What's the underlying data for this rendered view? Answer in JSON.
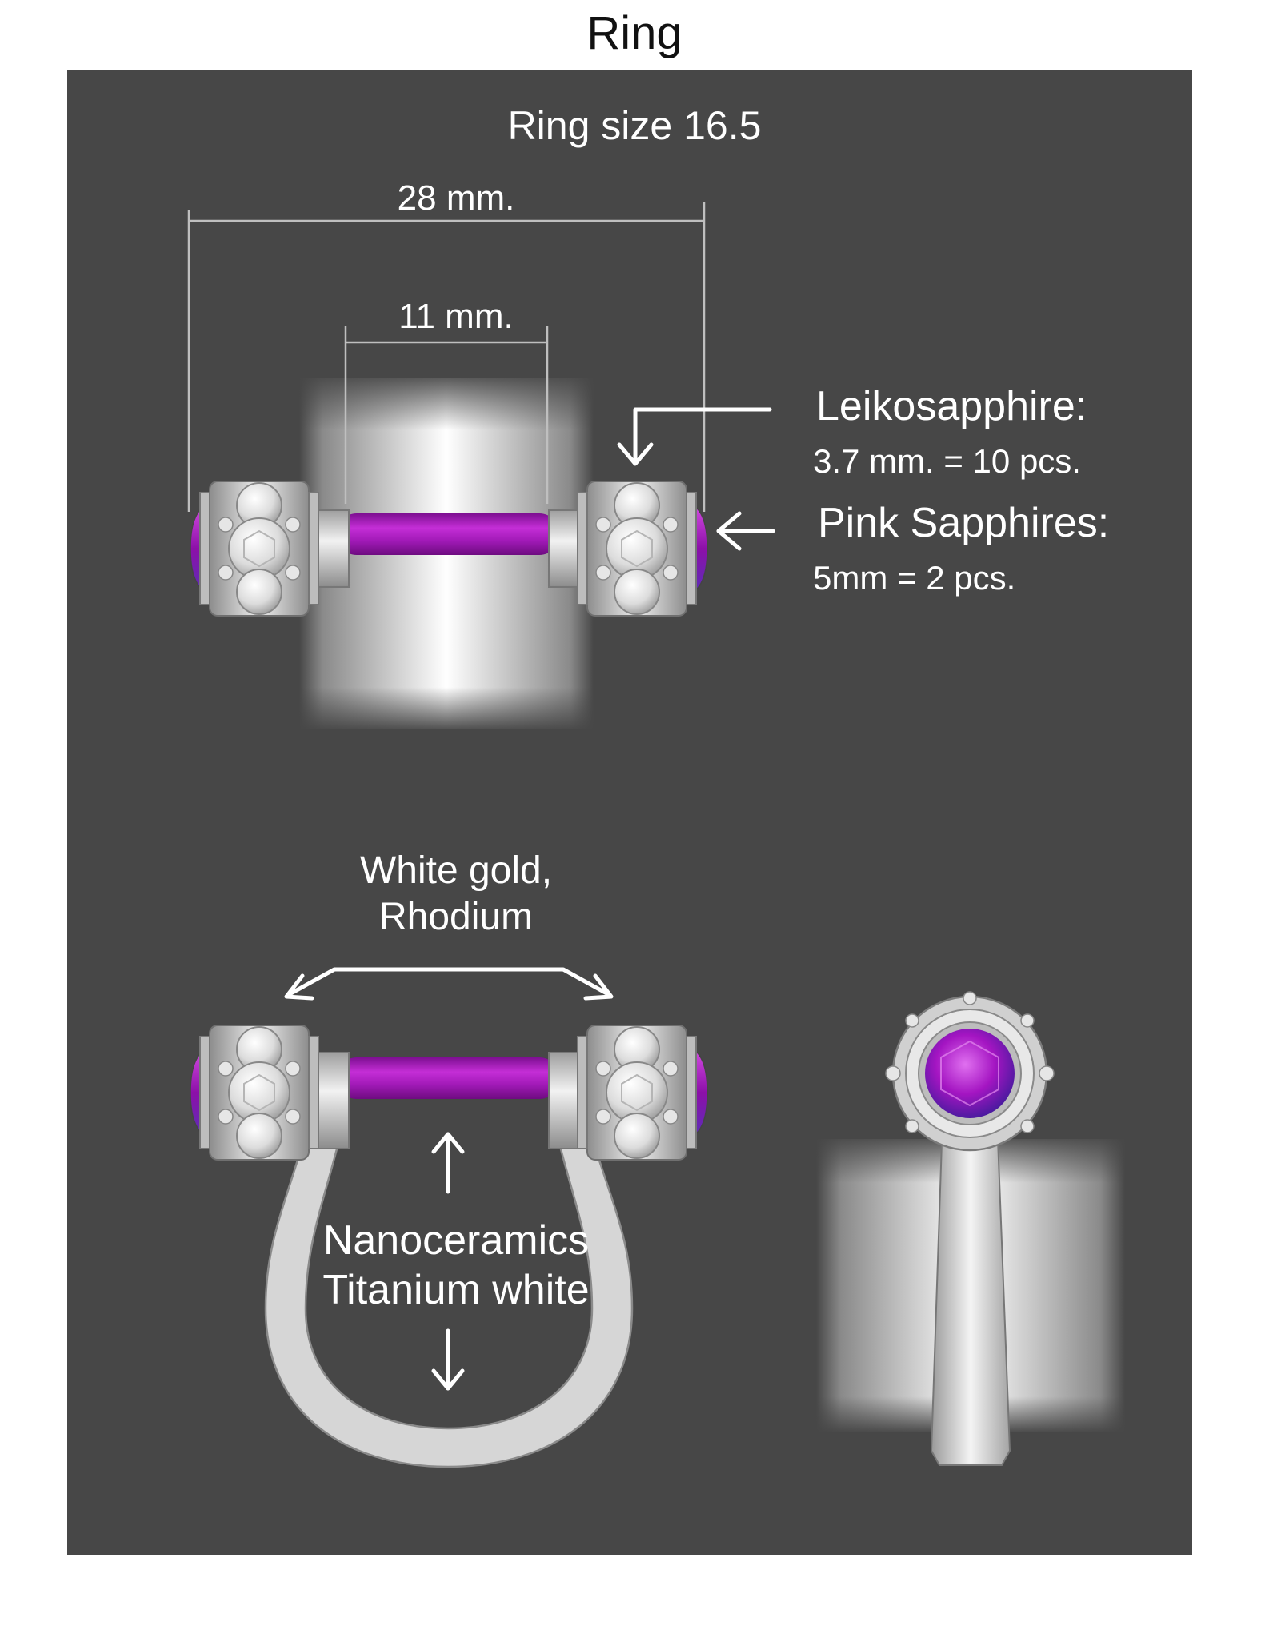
{
  "title": "Ring",
  "ring_size": "Ring size 16.5",
  "dimensions": {
    "outer": "28 mm.",
    "inner": "11 mm."
  },
  "stones": {
    "leikosapphire_label": "Leikosapphire:",
    "leikosapphire_qty": "3.7 mm. = 10 pcs.",
    "pink_label": "Pink Sapphires:",
    "pink_qty": "5mm = 2 pcs."
  },
  "materials": {
    "gold_line1": "White gold,",
    "gold_line2": "Rhodium",
    "ceramic_line1": "Nanoceramics",
    "ceramic_line2": "Titanium white"
  },
  "colors": {
    "background": "#474747",
    "bar": "#a21ab8",
    "pink_stone": "#b21fc0",
    "metal": "#d8d8d8"
  },
  "icons": [
    "arrow-down-icon",
    "arrow-left-icon",
    "arrow-up-icon",
    "double-arrow-icon"
  ]
}
